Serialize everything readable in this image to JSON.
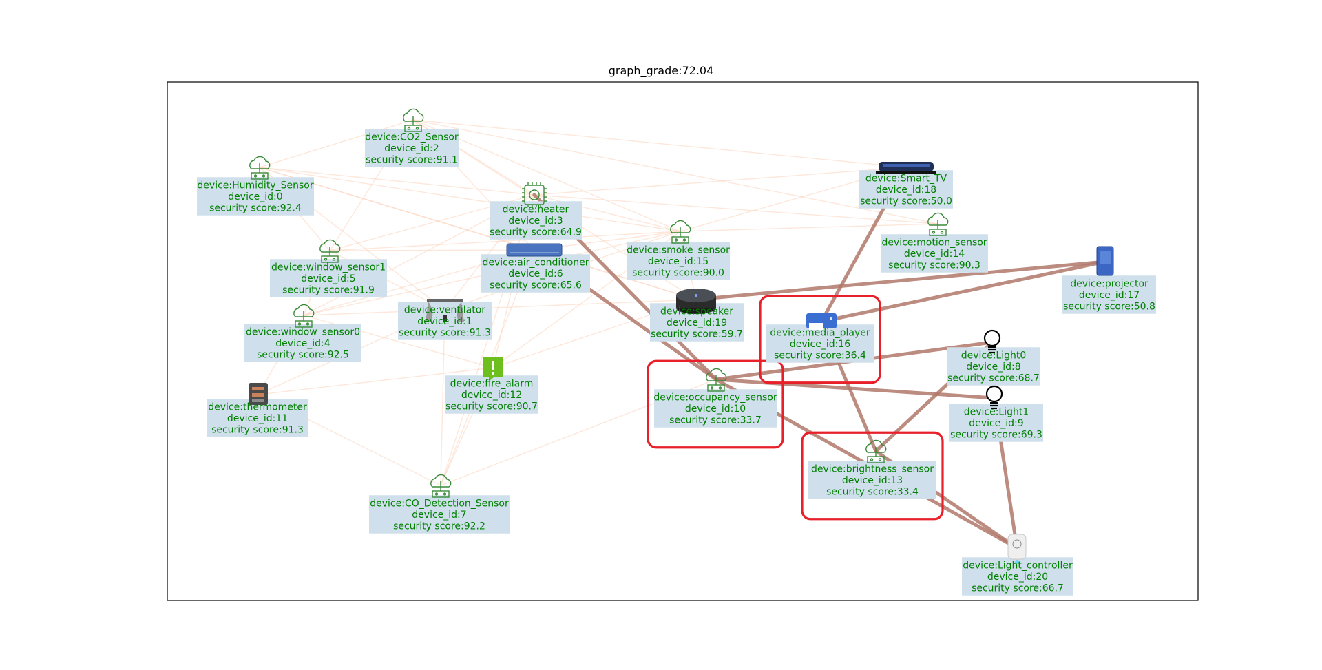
{
  "title": "graph_grade:72.04",
  "colors": {
    "node_text": "#007f00",
    "node_box": "#cfe0ec",
    "strong_edge": "#b0786a",
    "faint_edge": "#fbd3bd",
    "highlight": "#e8202a",
    "frame": "#000000"
  },
  "nodes": [
    {
      "id": 0,
      "device": "Humidity_Sensor",
      "score": "92.4",
      "icon": "cloud-sensor-icon"
    },
    {
      "id": 1,
      "device": "ventilator",
      "score": "91.3",
      "icon": "ventilator-icon"
    },
    {
      "id": 2,
      "device": "CO2_Sensor",
      "score": "91.1",
      "icon": "cloud-sensor-icon"
    },
    {
      "id": 3,
      "device": "heater",
      "score": "64.9",
      "icon": "chip-icon"
    },
    {
      "id": 4,
      "device": "window_sensor0",
      "score": "92.5",
      "icon": "cloud-sensor-icon"
    },
    {
      "id": 5,
      "device": "window_sensor1",
      "score": "91.9",
      "icon": "cloud-sensor-icon"
    },
    {
      "id": 6,
      "device": "air_conditioner",
      "score": "65.6",
      "icon": "air-conditioner-icon"
    },
    {
      "id": 7,
      "device": "CO_Detection_Sensor",
      "score": "92.2",
      "icon": "cloud-sensor-icon"
    },
    {
      "id": 8,
      "device": "Light0",
      "score": "68.7",
      "icon": "light-bulb-icon"
    },
    {
      "id": 9,
      "device": "Light1",
      "score": "69.3",
      "icon": "light-bulb-icon"
    },
    {
      "id": 10,
      "device": "occupancy_sensor",
      "score": "33.7",
      "icon": "cloud-sensor-icon",
      "highlighted": true
    },
    {
      "id": 11,
      "device": "thermometer",
      "score": "91.3",
      "icon": "thermometer-icon"
    },
    {
      "id": 12,
      "device": "fire_alarm",
      "score": "90.7",
      "icon": "alert-icon"
    },
    {
      "id": 13,
      "device": "brightness_sensor",
      "score": "33.4",
      "icon": "cloud-sensor-icon",
      "highlighted": true
    },
    {
      "id": 14,
      "device": "motion_sensor",
      "score": "90.3",
      "icon": "cloud-sensor-icon"
    },
    {
      "id": 15,
      "device": "smoke_sensor",
      "score": "90.0",
      "icon": "cloud-sensor-icon"
    },
    {
      "id": 16,
      "device": "media_player",
      "score": "36.4",
      "icon": "media-player-icon",
      "highlighted": true
    },
    {
      "id": 17,
      "device": "projector",
      "score": "50.8",
      "icon": "projector-icon"
    },
    {
      "id": 18,
      "device": "Smart_TV",
      "score": "50.0",
      "icon": "tv-icon"
    },
    {
      "id": 19,
      "device": "speaker",
      "score": "59.7",
      "icon": "speaker-icon"
    },
    {
      "id": 20,
      "device": "Light_controller",
      "score": "66.7",
      "icon": "smart-plug-icon"
    }
  ],
  "edges": [
    [
      3,
      10
    ],
    [
      6,
      10
    ],
    [
      19,
      17
    ],
    [
      16,
      17
    ],
    [
      16,
      18
    ],
    [
      16,
      13
    ],
    [
      10,
      8
    ],
    [
      10,
      9
    ],
    [
      10,
      20
    ],
    [
      13,
      8
    ],
    [
      13,
      20
    ],
    [
      8,
      9
    ],
    [
      9,
      20
    ]
  ],
  "faint_edges": [
    [
      0,
      2
    ],
    [
      0,
      3
    ],
    [
      0,
      5
    ],
    [
      0,
      6
    ],
    [
      0,
      15
    ],
    [
      0,
      19
    ],
    [
      2,
      3
    ],
    [
      2,
      5
    ],
    [
      2,
      15
    ],
    [
      2,
      6
    ],
    [
      2,
      19
    ],
    [
      2,
      14
    ],
    [
      5,
      4
    ],
    [
      5,
      3
    ],
    [
      5,
      6
    ],
    [
      5,
      1
    ],
    [
      5,
      15
    ],
    [
      4,
      11
    ],
    [
      4,
      1
    ],
    [
      4,
      6
    ],
    [
      4,
      12
    ],
    [
      4,
      15
    ],
    [
      1,
      7
    ],
    [
      1,
      3
    ],
    [
      1,
      15
    ],
    [
      11,
      7
    ],
    [
      11,
      12
    ],
    [
      12,
      7
    ],
    [
      12,
      3
    ],
    [
      12,
      19
    ],
    [
      7,
      6
    ],
    [
      7,
      10
    ],
    [
      7,
      3
    ],
    [
      3,
      15
    ],
    [
      3,
      14
    ],
    [
      3,
      18
    ],
    [
      6,
      15
    ],
    [
      6,
      19
    ],
    [
      15,
      19
    ],
    [
      15,
      14
    ],
    [
      15,
      18
    ],
    [
      0,
      1
    ],
    [
      2,
      18
    ],
    [
      1,
      19
    ],
    [
      11,
      1
    ],
    [
      12,
      15
    ],
    [
      4,
      3
    ]
  ]
}
